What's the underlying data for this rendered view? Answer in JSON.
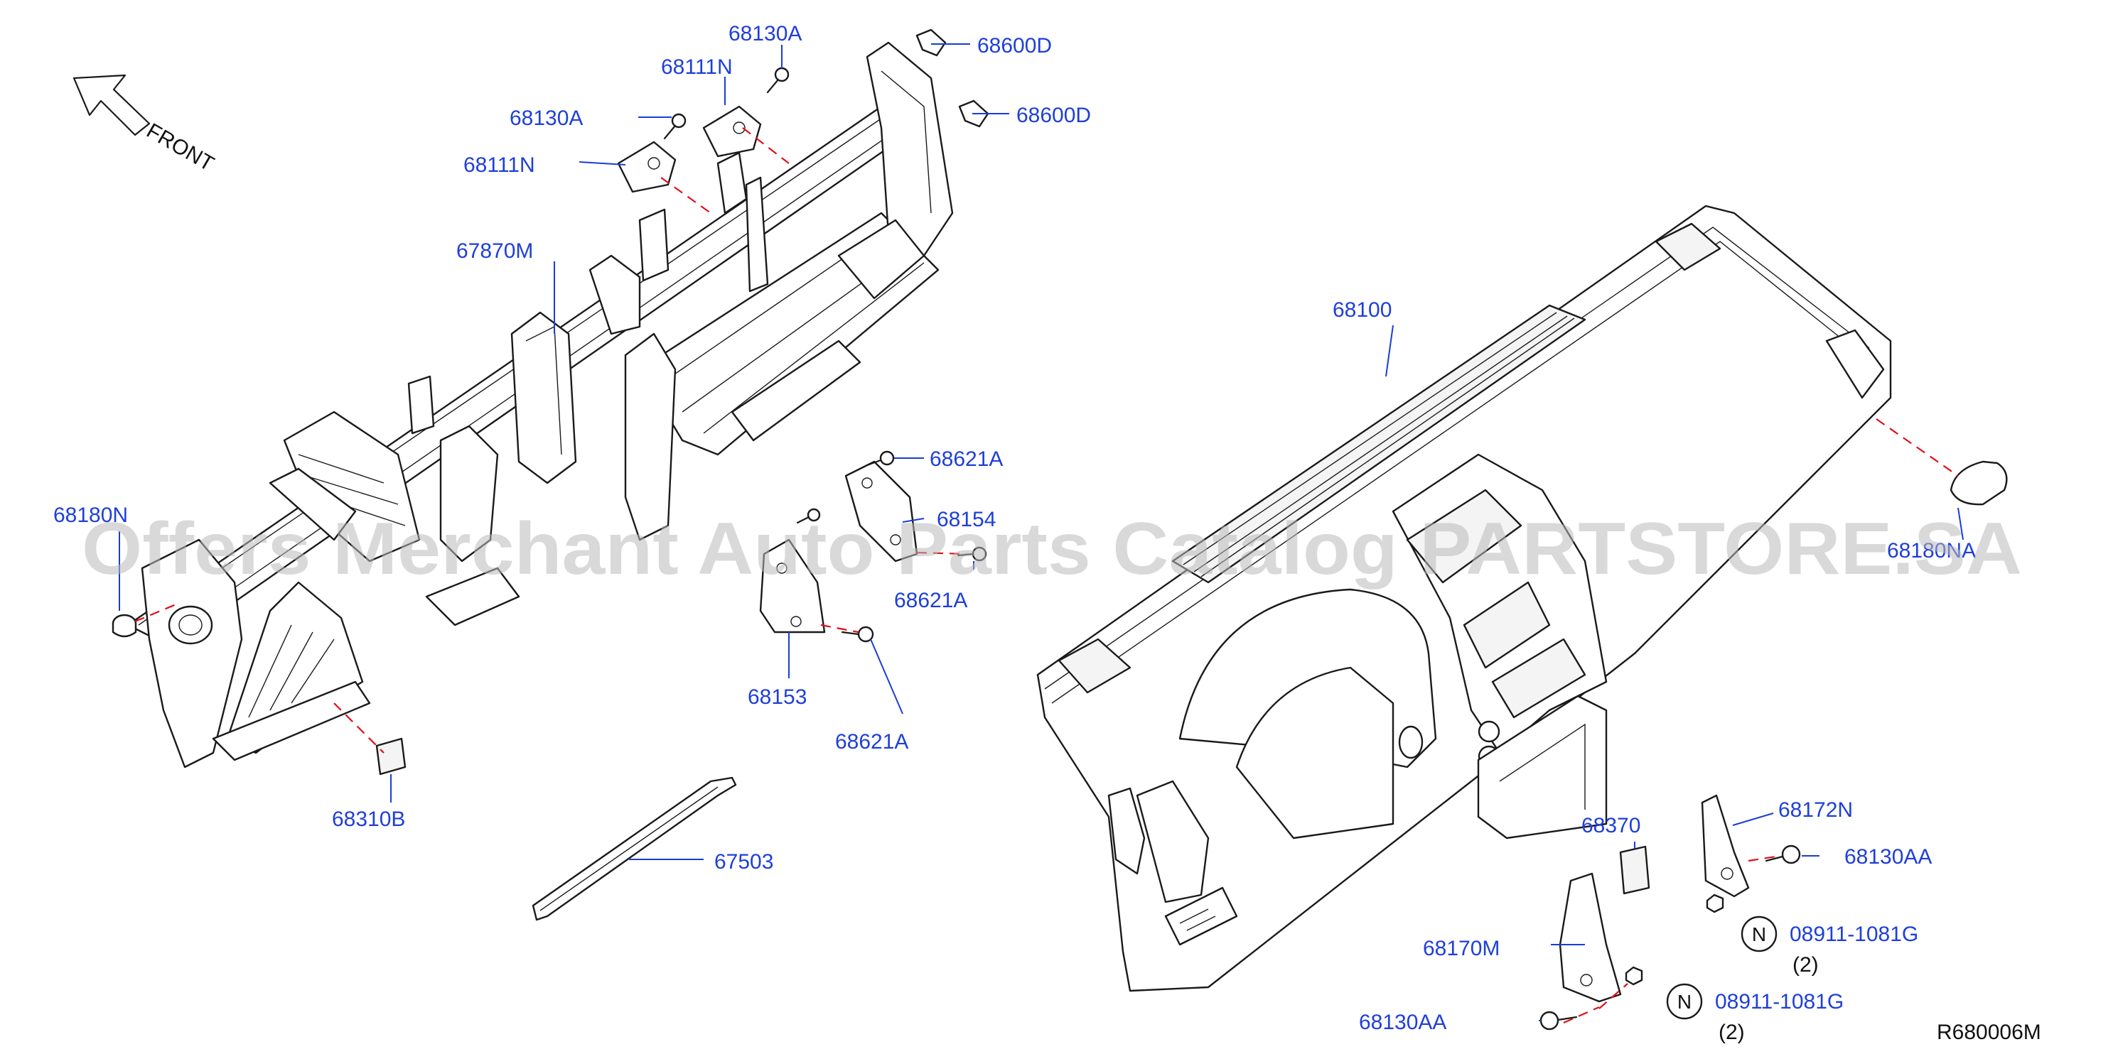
{
  "direction_label": "FRONT",
  "diagram_code": "R680006M",
  "watermark": "Offers Merchant Auto Parts Catalog PARTSTORE.SA",
  "n_marker": "N",
  "parts": [
    {
      "id": "p1",
      "label": "68130A"
    },
    {
      "id": "p2",
      "label": "68600D"
    },
    {
      "id": "p3",
      "label": "68111N"
    },
    {
      "id": "p4",
      "label": "68130A"
    },
    {
      "id": "p5",
      "label": "68600D"
    },
    {
      "id": "p6",
      "label": "68111N"
    },
    {
      "id": "p7",
      "label": "67870M"
    },
    {
      "id": "p8",
      "label": "68100"
    },
    {
      "id": "p9",
      "label": "68621A"
    },
    {
      "id": "p10",
      "label": "68154"
    },
    {
      "id": "p11",
      "label": "68180N"
    },
    {
      "id": "p12",
      "label": "68621A"
    },
    {
      "id": "p13",
      "label": "68180NA"
    },
    {
      "id": "p14",
      "label": "68153"
    },
    {
      "id": "p15",
      "label": "68621A"
    },
    {
      "id": "p16",
      "label": "68310B"
    },
    {
      "id": "p17",
      "label": "67503"
    },
    {
      "id": "p18",
      "label": "68370"
    },
    {
      "id": "p19",
      "label": "68172N"
    },
    {
      "id": "p20",
      "label": "68130AA"
    },
    {
      "id": "p21",
      "label": "08911-1081G"
    },
    {
      "id": "p22",
      "label": "(2)"
    },
    {
      "id": "p23",
      "label": "68170M"
    },
    {
      "id": "p24",
      "label": "08911-1081G"
    },
    {
      "id": "p25",
      "label": "(2)"
    },
    {
      "id": "p26",
      "label": "68130AA"
    }
  ]
}
